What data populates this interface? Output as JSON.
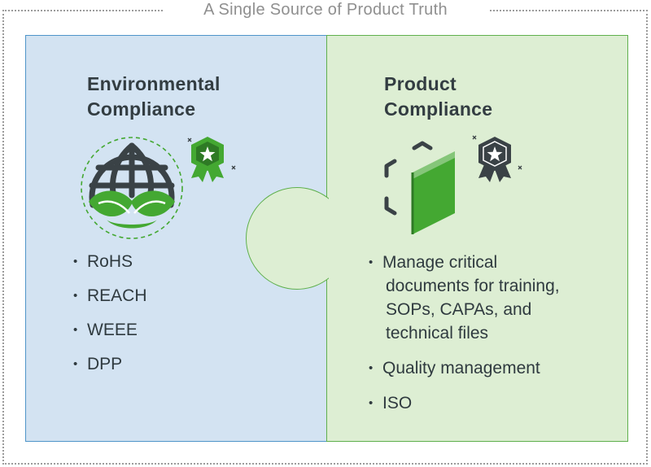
{
  "title": "A Single Source of Product Truth",
  "environmental": {
    "heading_line1": "Environmental",
    "heading_line2": "Compliance",
    "items": [
      "RoHS",
      "REACH",
      "WEEE",
      "DPP"
    ]
  },
  "product": {
    "heading_line1": "Product",
    "heading_line2": "Compliance",
    "items": [
      {
        "lines": [
          "Manage critical",
          "documents for training,",
          "SOPs, CAPAs, and",
          "technical files"
        ]
      },
      {
        "lines": [
          "Quality management"
        ]
      },
      {
        "lines": [
          "ISO"
        ]
      }
    ]
  },
  "colors": {
    "blue_panel": "#d3e3f2",
    "green_panel": "#ddeed3",
    "accent_green": "#44a832",
    "dark_icon": "#3a4246"
  },
  "icons": {
    "environmental": [
      "globe-leaf-icon",
      "award-badge-icon"
    ],
    "product": [
      "cube-icon",
      "award-badge-icon"
    ]
  }
}
